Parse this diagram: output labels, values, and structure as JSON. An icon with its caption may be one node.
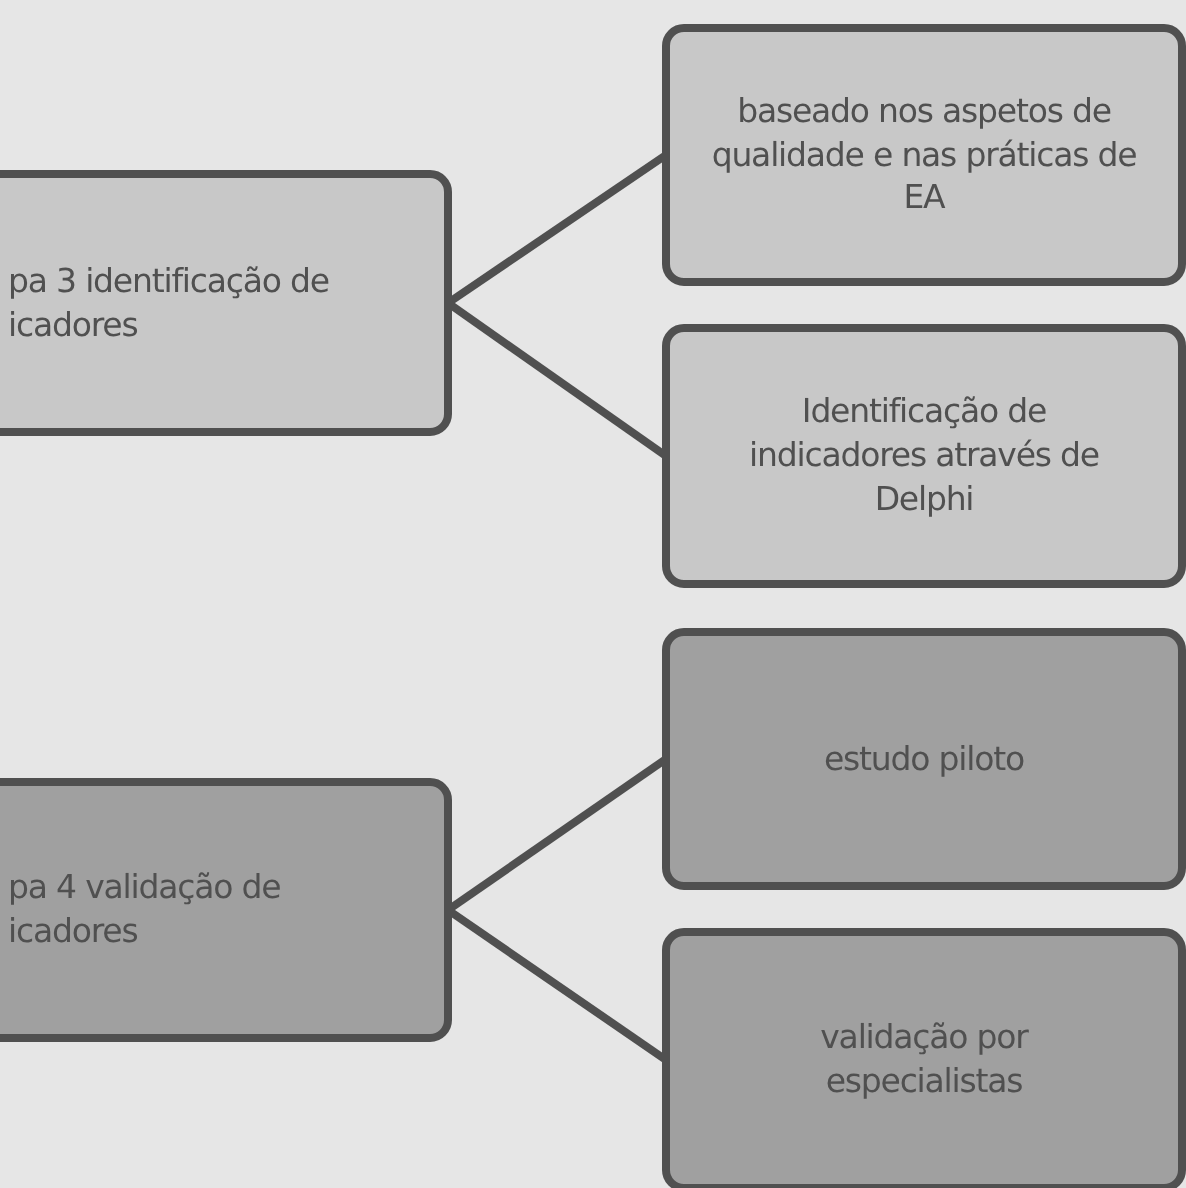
{
  "diagram": {
    "nodes": [
      {
        "text": [
          "pa 3 identificação de icadores"
        ]
      },
      {
        "text": [
          "baseado nos aspetos de qualidade e nas práticas de EA"
        ]
      },
      {
        "text": [
          "Identificação de indicadores através de Delphi"
        ]
      },
      {
        "text": [
          "pa 4 validação de icadores"
        ]
      },
      {
        "text": [
          "estudo piloto"
        ]
      },
      {
        "text": [
          "validação por especialistas"
        ]
      }
    ],
    "edges": [
      {
        "from": 0,
        "to": 1,
        "arrow": "none"
      },
      {
        "from": 0,
        "to": 2,
        "arrow": "none"
      },
      {
        "from": 3,
        "to": 4,
        "arrow": "none"
      },
      {
        "from": 3,
        "to": 5,
        "arrow": "none"
      }
    ]
  }
}
